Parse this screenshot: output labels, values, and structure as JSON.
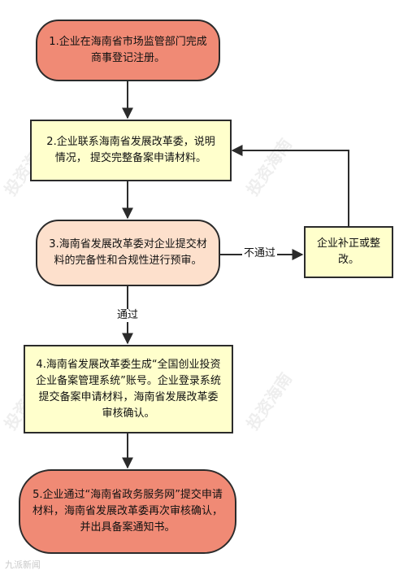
{
  "nodes": {
    "step1": "1.企业在海南省市场监管部门完成商事登记注册。",
    "step2": "2.企业联系海南省发展改革委，说明情况， 提交完整备案申请材料。",
    "step3": "3.海南省发展改革委对企业提交材料的完备性和合规性进行预审。",
    "supplement": "企业补正或整改。",
    "step4": "4.海南省发展改革委生成“全国创业投资企业备案管理系统”账号。企业登录系统提交备案申请材料，海南省发展改革委审核确认。",
    "step5": "5.企业通过“海南省政务服务网”提交申请材料，海南省发展改革委再次审核确认，并出具备案通知书。"
  },
  "edge_labels": {
    "fail": "不通过",
    "pass": "通过"
  },
  "watermark": "投资海南",
  "footer_watermark": "九派新闻",
  "colors": {
    "terminal_fill": "#f08a75",
    "process_fill": "#ffffcc",
    "review_fill": "#fde0cc",
    "stroke": "#2b2b2b"
  }
}
